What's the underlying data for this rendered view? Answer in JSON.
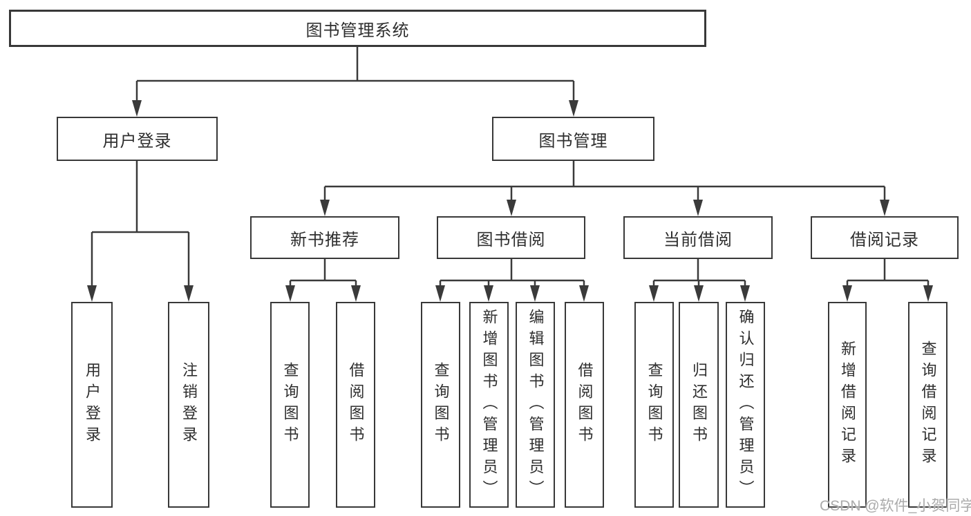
{
  "diagram": {
    "title": "图书管理系统",
    "branches": [
      {
        "label": "用户登录",
        "children": [
          {
            "label": "用户登录"
          },
          {
            "label": "注销登录"
          }
        ]
      },
      {
        "label": "图书管理",
        "children": [
          {
            "label": "新书推荐",
            "children": [
              {
                "label": "查询图书"
              },
              {
                "label": "借阅图书"
              }
            ]
          },
          {
            "label": "图书借阅",
            "children": [
              {
                "label": "查询图书"
              },
              {
                "label": "新增图书（管理员）"
              },
              {
                "label": "编辑图书（管理员）"
              },
              {
                "label": "借阅图书"
              }
            ]
          },
          {
            "label": "当前借阅",
            "children": [
              {
                "label": "查询图书"
              },
              {
                "label": "归还图书"
              },
              {
                "label": "确认归还（管理员）"
              }
            ]
          },
          {
            "label": "借阅记录",
            "children": [
              {
                "label": "新增借阅记录"
              },
              {
                "label": "查询借阅记录"
              }
            ]
          }
        ]
      }
    ]
  },
  "watermark": {
    "text": "CSDN @软件_小贺同学"
  },
  "colors": {
    "line": "#3a3a3a",
    "box_border": "#383838",
    "box_background": "#ffffff",
    "text": "#2e2e2e",
    "watermark": "#ababab",
    "canvas_background": "#ffffff"
  }
}
